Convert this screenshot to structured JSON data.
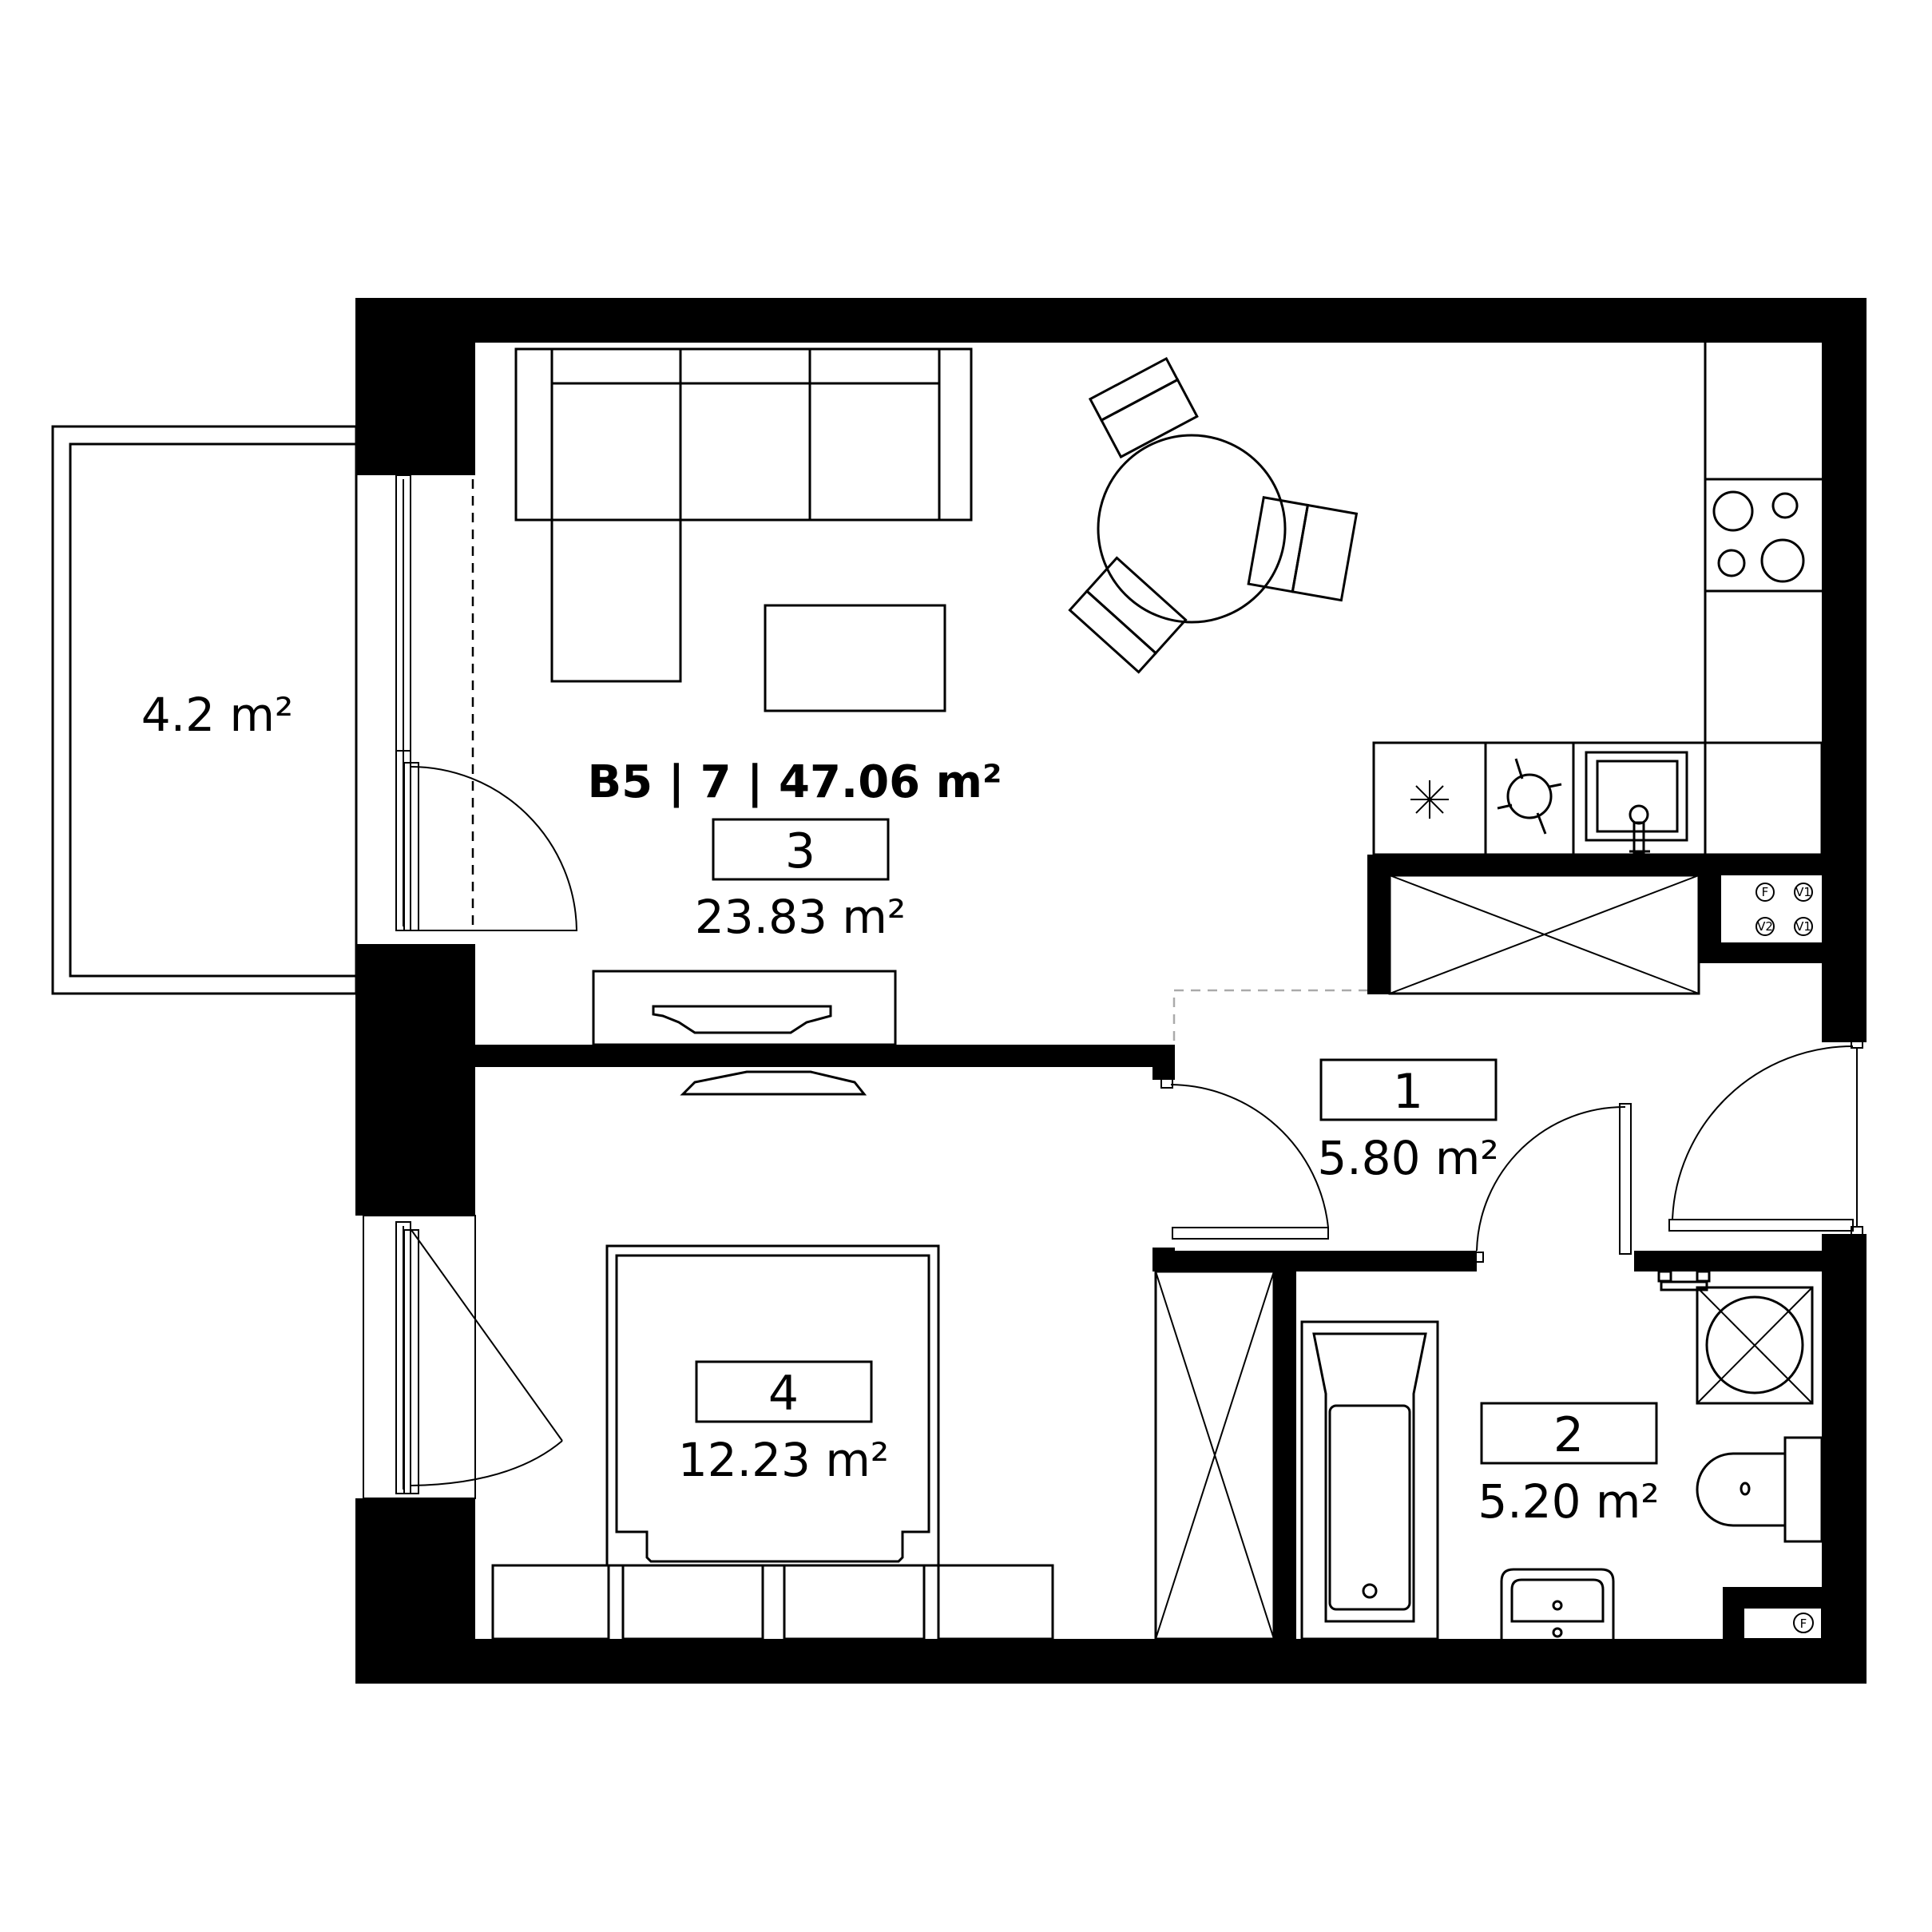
{
  "plan": {
    "title": "B5 | 7 | 47.06 m²",
    "balcony_area": "4.2 m²",
    "rooms": [
      {
        "number": "1",
        "area": "5.80 m²"
      },
      {
        "number": "2",
        "area": "5.20 m²"
      },
      {
        "number": "3",
        "area": "23.83 m²"
      },
      {
        "number": "4",
        "area": "12.23 m²"
      }
    ],
    "meter_labels": {
      "f": "F",
      "v1": "V1",
      "v2": "V2"
    }
  }
}
